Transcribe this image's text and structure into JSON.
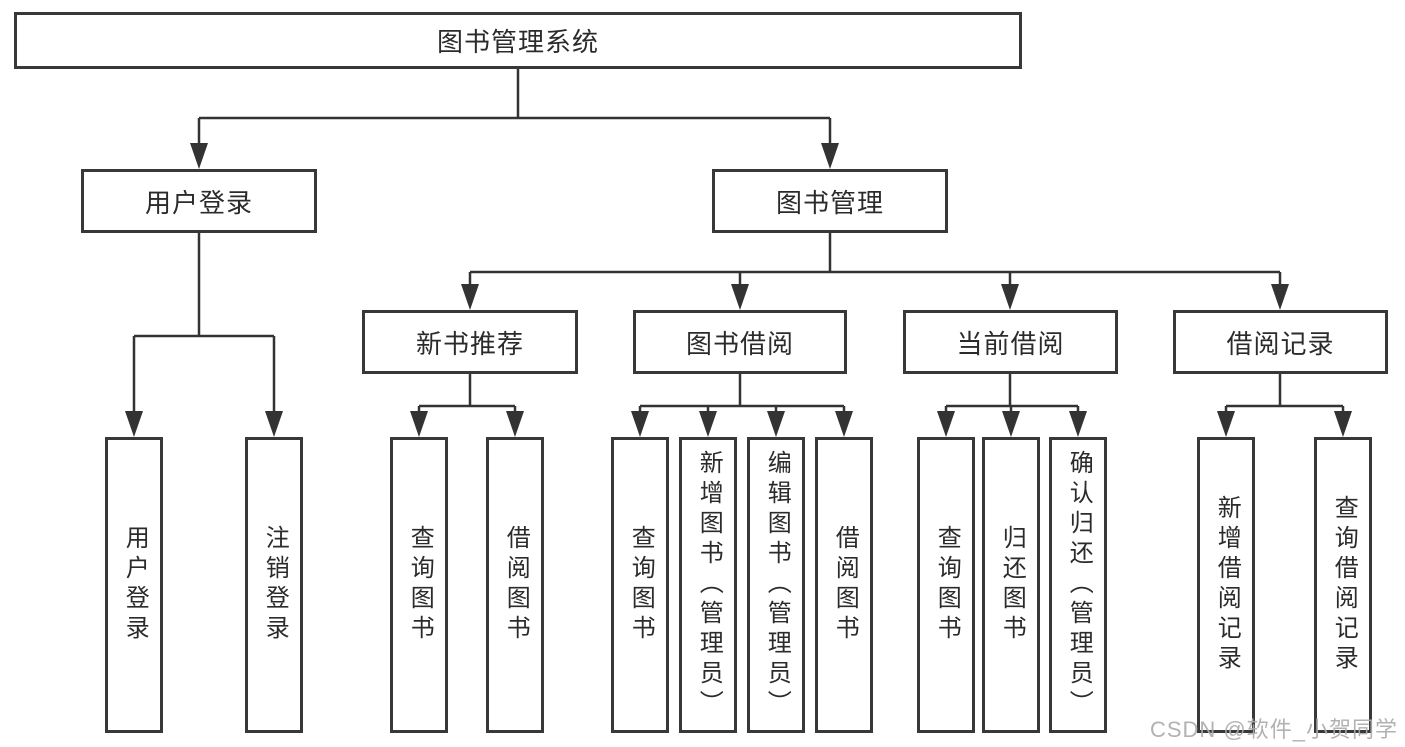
{
  "tree": {
    "label": "图书管理系统",
    "children": [
      {
        "label": "用户登录",
        "children": [
          {
            "label": "用户登录"
          },
          {
            "label": "注销登录"
          }
        ]
      },
      {
        "label": "图书管理",
        "children": [
          {
            "label": "新书推荐",
            "children": [
              {
                "label": "查询图书"
              },
              {
                "label": "借阅图书"
              }
            ]
          },
          {
            "label": "图书借阅",
            "children": [
              {
                "label": "查询图书"
              },
              {
                "label": "新增图书（管理员）"
              },
              {
                "label": "编辑图书（管理员）"
              },
              {
                "label": "借阅图书"
              }
            ]
          },
          {
            "label": "当前借阅",
            "children": [
              {
                "label": "查询图书"
              },
              {
                "label": "归还图书"
              },
              {
                "label": "确认归还（管理员）"
              }
            ]
          },
          {
            "label": "借阅记录",
            "children": [
              {
                "label": "新增借阅记录"
              },
              {
                "label": "查询借阅记录"
              }
            ]
          }
        ]
      }
    ]
  },
  "watermark": {
    "text": "CSDN @软件_小贺同学"
  },
  "colors": {
    "background": "#ffffff",
    "box_border": "#383838",
    "connector_line": "#333333",
    "text": "#2b2b2b",
    "watermark": "#ababab"
  }
}
